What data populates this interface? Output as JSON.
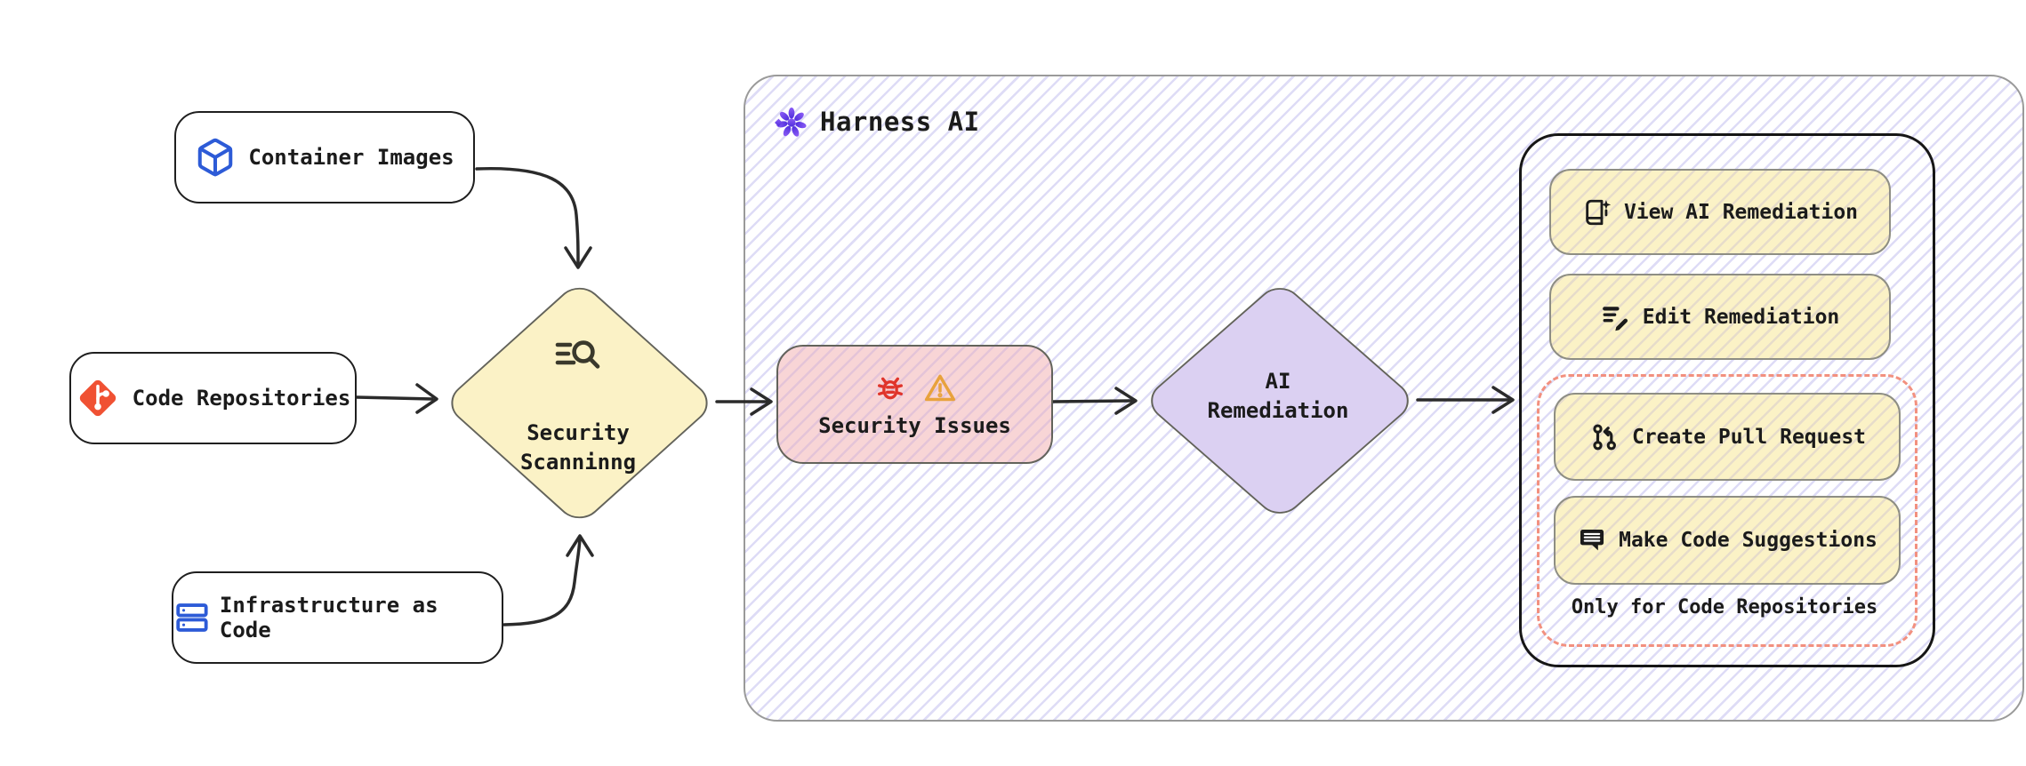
{
  "harness": {
    "title": "Harness AI",
    "icon": "harness-ai-logo-icon"
  },
  "sources": [
    {
      "label": "Container Images",
      "icon": "cube-icon"
    },
    {
      "label": "Code Repositories",
      "icon": "git-icon"
    },
    {
      "label": "Infrastructure as Code",
      "icon": "server-stack-icon"
    }
  ],
  "scanning": {
    "line1": "Security",
    "line2": "Scanninng",
    "icon": "scan-search-icon"
  },
  "security_issues": {
    "label": "Security Issues",
    "icons": [
      "bug-icon",
      "warning-triangle-icon"
    ]
  },
  "ai_remediation": {
    "line1": "AI",
    "line2": "Remediation"
  },
  "actions": {
    "view_label": "View AI Remediation",
    "view_icon": "document-sparkle-icon",
    "edit_label": "Edit Remediation",
    "edit_icon": "edit-list-icon",
    "create_pr_label": "Create Pull Request",
    "create_pr_icon": "pull-request-icon",
    "suggest_label": "Make Code Suggestions",
    "suggest_icon": "comment-icon",
    "repo_only_caption": "Only for Code Repositories"
  },
  "colors": {
    "node_yellow": "#fbf2c6",
    "node_pink": "#f8d5d6",
    "node_purple": "#dbd0f2",
    "hatch_line": "#dedcf6",
    "dashed_border": "#f2907f",
    "arrow": "#2b2b2b",
    "blue_icon": "#2d5bd7",
    "git_red": "#f05133",
    "bug_red": "#e0342b",
    "warning_orange": "#e8a23c",
    "harness_purple": "#6b46e5"
  }
}
